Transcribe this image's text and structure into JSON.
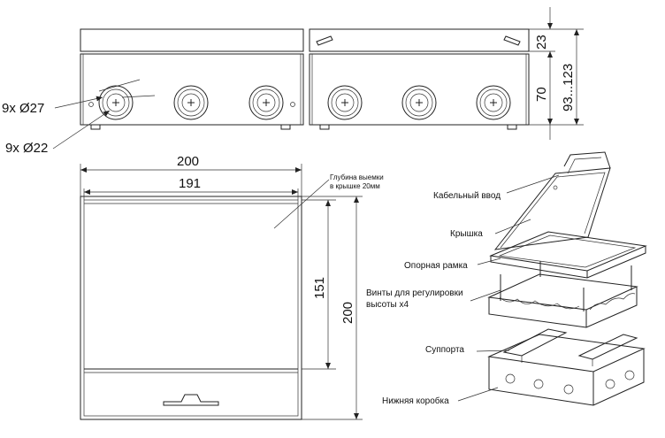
{
  "dimensions": {
    "holes_large": "9x Ø27",
    "holes_small": "9x Ø22",
    "lid_height": "23",
    "box_height": "70",
    "total_height_range": "93...123",
    "outer_width": "200",
    "inner_width": "191",
    "lid_depth": "151",
    "outer_depth": "200"
  },
  "note": {
    "line1": "Глубина выемки",
    "line2": "в крышке 20мм"
  },
  "callouts": {
    "cable_entry": "Кабельный ввод",
    "lid": "Крышка",
    "support_frame": "Опорная рамка",
    "screws_line1": "Винты для регулировки",
    "screws_line2": "высоты x4",
    "supports": "Суппорта",
    "bottom_box": "Нижняя коробка"
  },
  "colors": {
    "line": "#222222",
    "background": "#ffffff"
  }
}
